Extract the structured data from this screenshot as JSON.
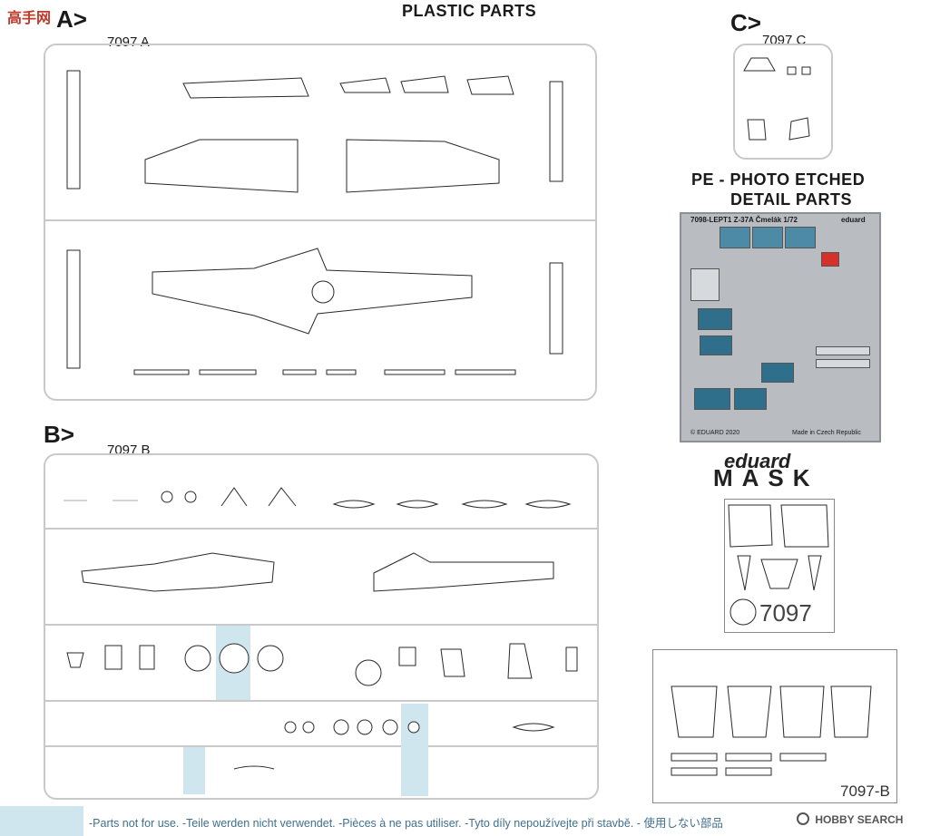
{
  "header": {
    "title": "PLASTIC PARTS",
    "logo_text": "高手网"
  },
  "sprues": {
    "a": {
      "letter": "A>",
      "code": "7097 A"
    },
    "b": {
      "letter": "B>",
      "code": "7097 B"
    },
    "c": {
      "letter": "C>",
      "code": "7097 C"
    }
  },
  "photo_etched": {
    "heading_line1": "PE - PHOTO ETCHED",
    "heading_line2": "DETAIL PARTS",
    "fret_title": "7098-LEPT1  Z-37A Čmelák  1/72",
    "fret_brand": "eduard",
    "fret_copyright": "© EDUARD 2020",
    "fret_origin": "Made in Czech Republic"
  },
  "mask": {
    "brand": "eduard",
    "label": "MASK",
    "number": "7097",
    "sheet_code": "7097-B"
  },
  "legend": {
    "unused_parts_text": "-Parts not for use. -Teile werden nicht verwendet. -Pièces à ne pas utiliser. -Tyto díly nepoužívejte při stavbě. -  使用しない部品",
    "unused_color": "#cfe6ef"
  },
  "watermark": {
    "text": "HOBBY SEARCH"
  }
}
